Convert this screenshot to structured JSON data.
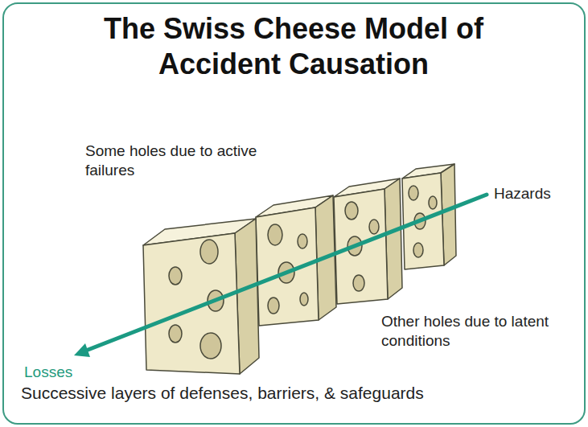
{
  "diagram": {
    "title": "The Swiss Cheese Model of Accident Causation",
    "labels": [
      "Some holes due to active failures",
      "Hazards",
      "Other holes due to latent conditions",
      "Losses",
      "Successive layers of defenses, barriers, & safeguards"
    ]
  }
}
